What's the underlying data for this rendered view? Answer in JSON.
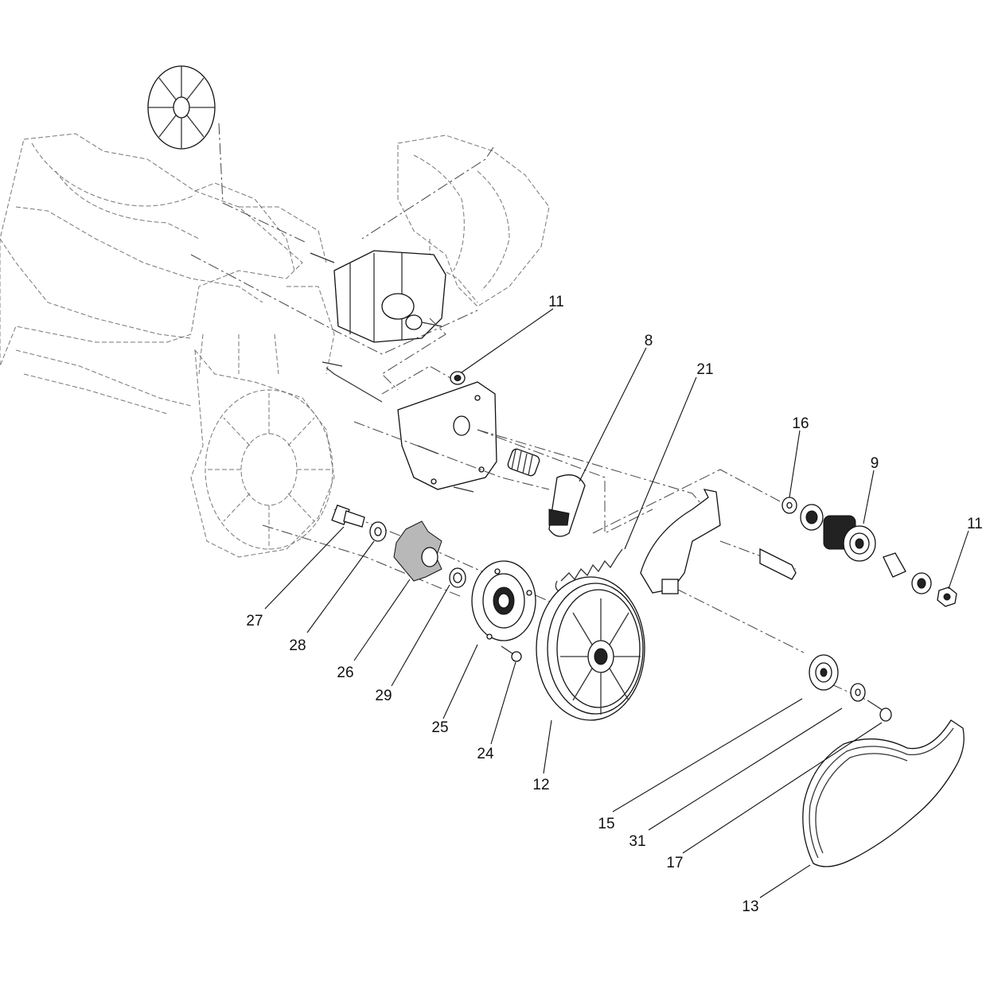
{
  "callouts": [
    {
      "id": "c11a",
      "label": "11"
    },
    {
      "id": "c8",
      "label": "8"
    },
    {
      "id": "c21",
      "label": "21"
    },
    {
      "id": "c16",
      "label": "16"
    },
    {
      "id": "c9",
      "label": "9"
    },
    {
      "id": "c11b",
      "label": "11"
    },
    {
      "id": "c27",
      "label": "27"
    },
    {
      "id": "c28",
      "label": "28"
    },
    {
      "id": "c26",
      "label": "26"
    },
    {
      "id": "c29",
      "label": "29"
    },
    {
      "id": "c25",
      "label": "25"
    },
    {
      "id": "c24",
      "label": "24"
    },
    {
      "id": "c12",
      "label": "12"
    },
    {
      "id": "c15",
      "label": "15"
    },
    {
      "id": "c31",
      "label": "31"
    },
    {
      "id": "c17",
      "label": "17"
    },
    {
      "id": "c13",
      "label": "13"
    }
  ]
}
